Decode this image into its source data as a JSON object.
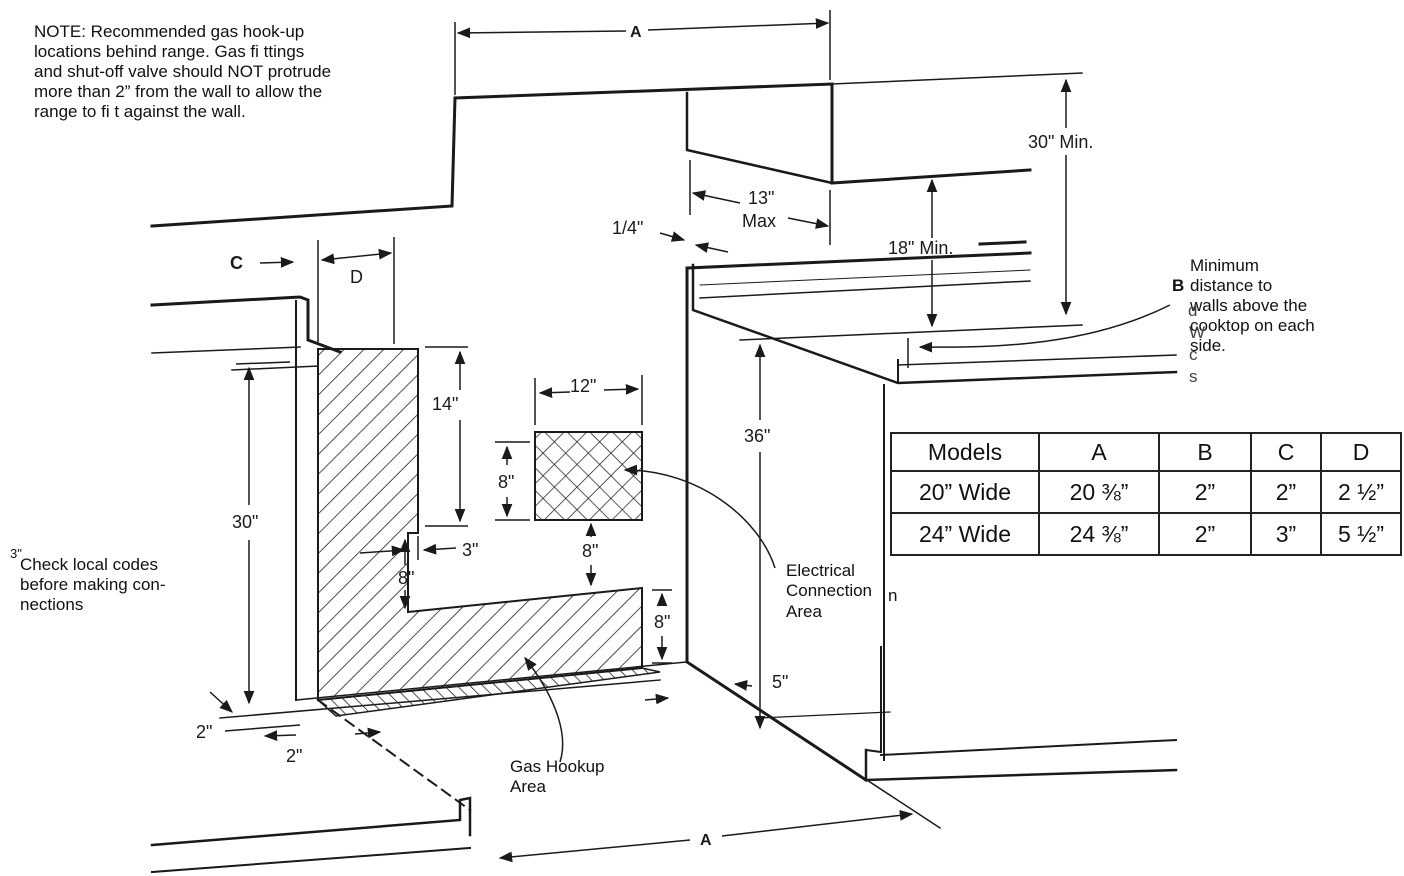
{
  "note": {
    "lines": [
      "NOTE: Recommended gas hook-up",
      "locations behind range. Gas fi ttings",
      "and shut-off valve should NOT protrude",
      "more than 2” from the wall to allow the",
      "range to fi t against the wall."
    ]
  },
  "check_note": {
    "marker": "3\"",
    "lines": [
      "Check local codes",
      "before making con-",
      "nections"
    ]
  },
  "min_distance_note": {
    "lines": [
      "Minimum",
      "distance to",
      "walls above the",
      "cooktop on each",
      "side."
    ],
    "b_label": "B",
    "stray_letters": [
      "d",
      "W",
      "c",
      "s"
    ]
  },
  "dimensions": {
    "a_top": "A",
    "a_bottom": "A",
    "c": "C",
    "d": "D",
    "thirty_min": "30\" Min.",
    "thirteen": "13\"",
    "max": "Max",
    "quarter": "1/4\"",
    "eighteen_min": "18\" Min.",
    "fourteen": "14\"",
    "twelve": "12\"",
    "eight_elec": "8\"",
    "eight_mid": "8\"",
    "eight_right": "8\"",
    "eight_left": "8\"",
    "three": "3\"",
    "thirty": "30\"",
    "thirty_six": "36\"",
    "five": "5\"",
    "two_a": "2\"",
    "two_b": "2\""
  },
  "areas": {
    "electrical": [
      "Electrical",
      "Connection",
      "Area"
    ],
    "electrical_stray": "n",
    "gas": [
      "Gas Hookup",
      "Area"
    ]
  },
  "table": {
    "headers": [
      "Models",
      "A",
      "B",
      "C",
      "D"
    ],
    "rows": [
      [
        "20” Wide",
        "20 ⅜”",
        "2”",
        "2”",
        "2 ½”"
      ],
      [
        "24” Wide",
        "24 ⅜”",
        "2”",
        "3”",
        "5 ½”"
      ]
    ]
  }
}
